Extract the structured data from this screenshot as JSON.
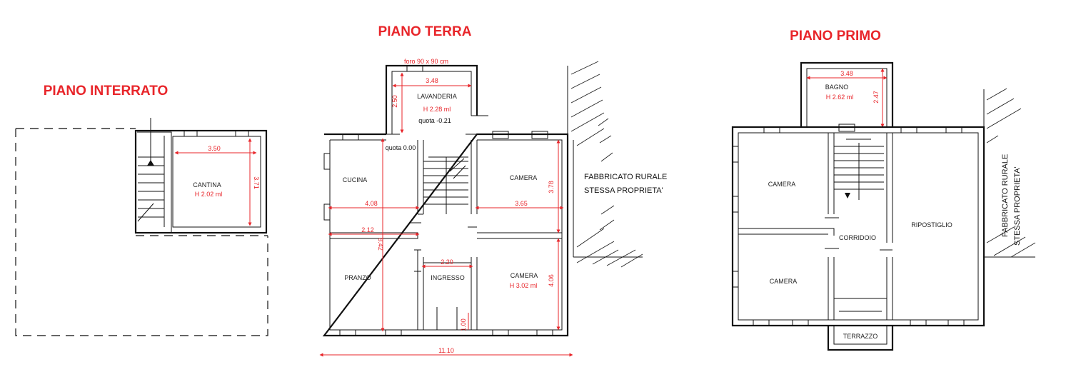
{
  "floors": {
    "basement": {
      "title": "PIANO INTERRATO",
      "room": "CANTINA",
      "height": "H 2.02 ml",
      "dim_w": "3.50",
      "dim_h": "3.71"
    },
    "ground": {
      "title": "PIANO TERRA",
      "opening_note": "foro 90 x 90 cm",
      "laundry": "LAVANDERIA",
      "laundry_height": "H 2.28 ml",
      "laundry_level": "quota -0.21",
      "laundry_w": "3.48",
      "laundry_h": "2.50",
      "level_zero": "quota 0.00",
      "kitchen": "CUCINA",
      "kitchen_w": "4.08",
      "bedroom1": "CAMERA",
      "bedroom1_w": "3.65",
      "bedroom1_h": "3.78",
      "dining": "PRANZO",
      "dining_w": "2.12",
      "total_depth": "8.42",
      "entrance": "INGRESSO",
      "entrance_w": "2.20",
      "entrance_step": "1.00",
      "bedroom2": "CAMERA",
      "bedroom2_height": "H 3.02 ml",
      "bedroom2_h": "4.06",
      "total_width": "11.10",
      "adjacent_1": "FABBRICATO RURALE",
      "adjacent_2": "STESSA PROPRIETA'"
    },
    "first": {
      "title": "PIANO PRIMO",
      "bath": "BAGNO",
      "bath_height": "H 2.62 ml",
      "bath_w": "3.48",
      "bath_h": "2.47",
      "bedroom_a": "CAMERA",
      "bedroom_b": "CAMERA",
      "corridor": "CORRIDOIO",
      "storage": "RIPOSTIGLIO",
      "terrace": "TERRAZZO",
      "adjacent_1": "FABBRICATO RURALE",
      "adjacent_2": "STESSA PROPRIETA'"
    }
  },
  "colors": {
    "title": "#e8252a",
    "dimension": "#e8252a",
    "wall": "#111111"
  }
}
